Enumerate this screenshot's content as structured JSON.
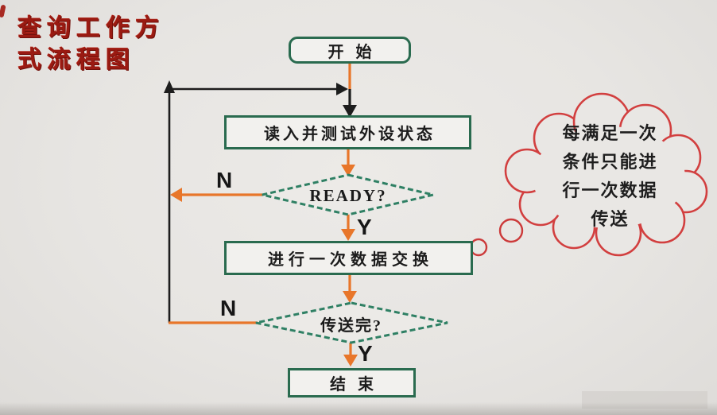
{
  "page": {
    "title_lines": [
      "查询工作方",
      "式流程图"
    ]
  },
  "flowchart": {
    "nodes": {
      "start": {
        "label": "开 始",
        "type": "terminator"
      },
      "read_status": {
        "label": "读入并测试外设状态",
        "type": "process"
      },
      "ready": {
        "label": "READY?",
        "type": "decision"
      },
      "exchange": {
        "label": "进行一次数据交换",
        "type": "process"
      },
      "transfer_done": {
        "label": "传送完?",
        "type": "decision"
      },
      "end": {
        "label": "结 束",
        "type": "terminator"
      }
    },
    "branches": {
      "ready_no": "N",
      "ready_yes": "Y",
      "done_no": "N",
      "done_yes": "Y"
    }
  },
  "annotation": {
    "lines": [
      "每满足一次",
      "条件只能进",
      "行一次数据",
      "传送"
    ]
  },
  "colors": {
    "background": "#e7e5e2",
    "box_border": "#2a6b4f",
    "box_fill": "#f2f1ee",
    "decision_border": "#2f8064",
    "arrow_orange": "#e8762a",
    "line_black": "#1d1d1d",
    "cloud_red": "#d23f3f",
    "title_red": "#9a1a12"
  }
}
